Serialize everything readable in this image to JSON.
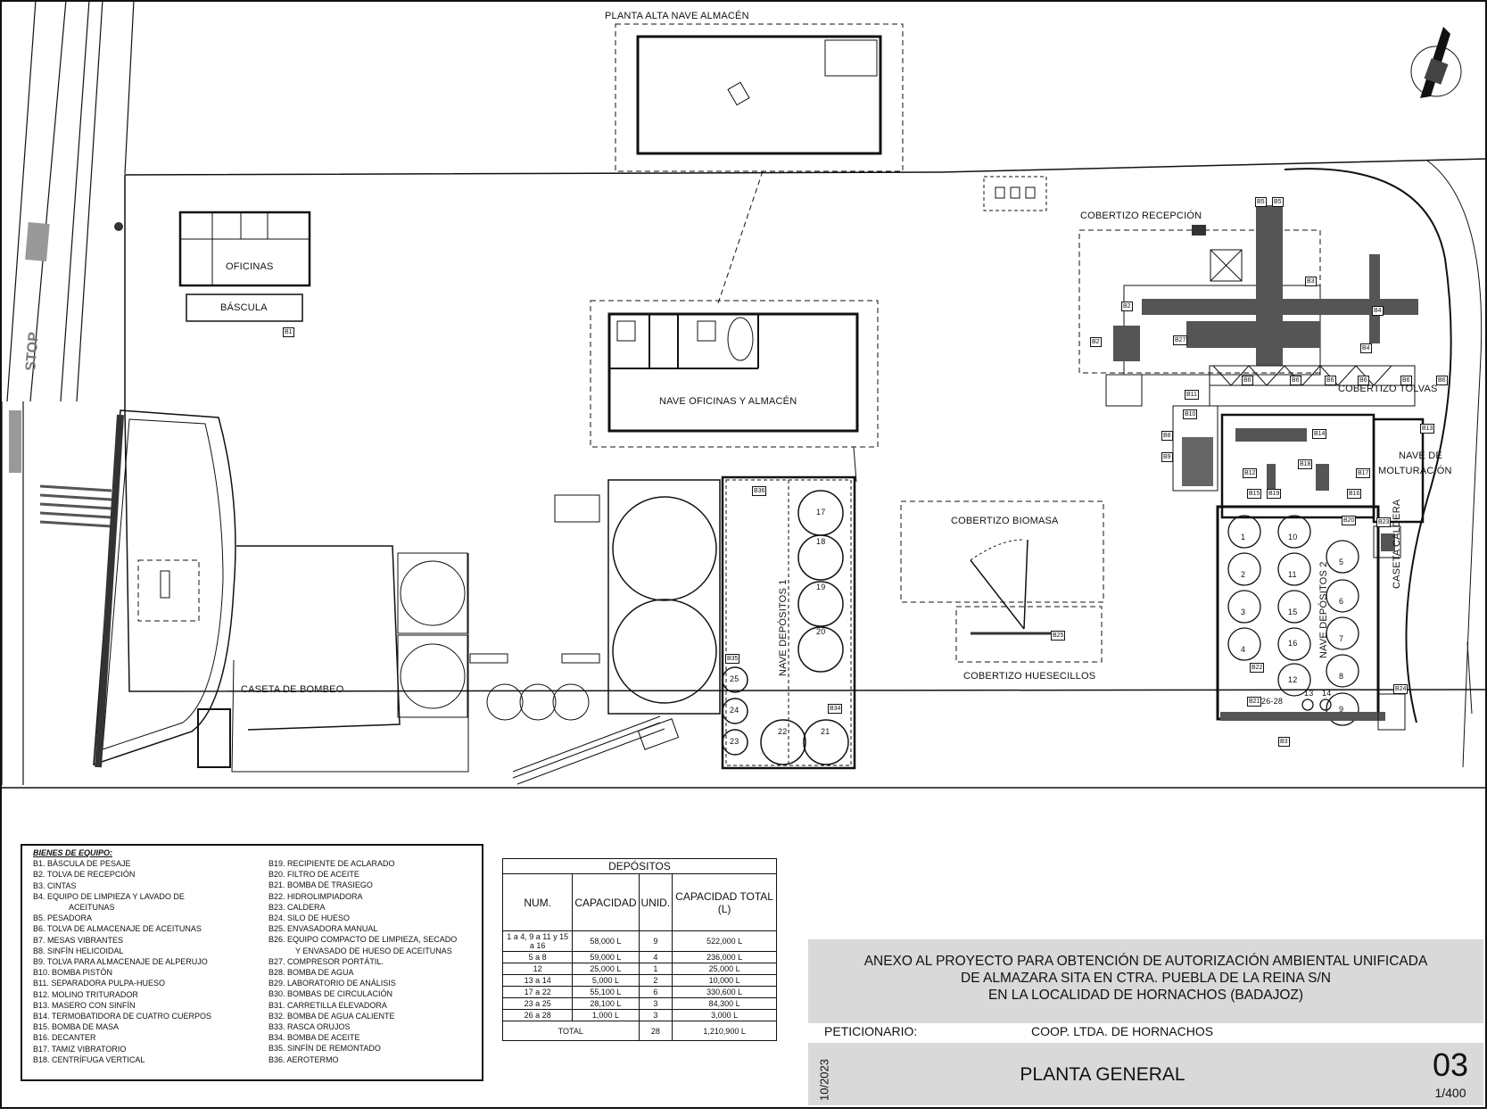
{
  "labels": {
    "planta_alta": "PLANTA ALTA NAVE ALMACÉN",
    "oficinas": "OFICINAS",
    "bascula": "BÁSCULA",
    "stop": "STOP",
    "nave_oficinas": "NAVE OFICINAS Y ALMACÉN",
    "cobertizo_recepcion": "COBERTIZO RECEPCIÓN",
    "cobertizo_tolvas": "COBERTIZO TOLVAS",
    "nave_molturacion_1": "NAVE DE",
    "nave_molturacion_2": "MOLTURACIÓN",
    "caseta_caldera": "CASETA CALDERA",
    "cobertizo_biomasa": "COBERTIZO BIOMASA",
    "cobertizo_huesecillos": "COBERTIZO HUESECILLOS",
    "caseta_bombeo": "CASETA DE BOMBEO",
    "nave_depositos_1": "NAVE DEPÓSITOS 1",
    "nave_depositos_2": "NAVE DEPÓSITOS 2"
  },
  "equipment_tags": [
    "B1",
    "B2",
    "B2",
    "B3",
    "B3",
    "B4",
    "B4",
    "B5",
    "B5",
    "B6",
    "B6",
    "B6",
    "B6",
    "B6",
    "B6",
    "B8",
    "B9",
    "B10",
    "B11",
    "B12",
    "B13",
    "B14",
    "B15",
    "B16",
    "B17",
    "B18",
    "B19",
    "B20",
    "B21",
    "B22",
    "B23",
    "B24",
    "B25",
    "B27",
    "B34",
    "B35",
    "B36"
  ],
  "tanks_nave1": [
    "17",
    "18",
    "19",
    "20",
    "21",
    "22",
    "23",
    "24",
    "25"
  ],
  "tanks_nave2": [
    "1",
    "2",
    "3",
    "4",
    "5",
    "6",
    "7",
    "8",
    "9",
    "10",
    "11",
    "12",
    "13",
    "14",
    "15",
    "16",
    "26-28"
  ],
  "legend": {
    "title": "BIENES DE EQUIPO:",
    "col1": [
      "B1. BÁSCULA DE PESAJE",
      "B2. TOLVA DE RECEPCIÓN",
      "B3. CINTAS",
      "B4. EQUIPO DE LIMPIEZA Y LAVADO DE",
      "        ACEITUNAS",
      "B5. PESADORA",
      "B6. TOLVA DE ALMACENAJE DE ACEITUNAS",
      "B7. MESAS VIBRANTES",
      "B8. SINFÍN HELICOIDAL",
      "B9. TOLVA PARA ALMACENAJE DE ALPERUJO",
      "B10. BOMBA PISTÓN",
      "B11. SEPARADORA PULPA-HUESO",
      "B12. MOLINO TRITURADOR",
      "B13. MASERO CON SINFÍN",
      "B14. TERMOBATIDORA DE CUATRO CUERPOS",
      "B15. BOMBA DE MASA",
      "B16. DECANTER",
      "B17. TAMIZ VIBRATORIO",
      "B18. CENTRÍFUGA VERTICAL"
    ],
    "col2": [
      "B19. RECIPIENTE DE ACLARADO",
      "B20. FILTRO DE ACEITE",
      "B21. BOMBA DE TRASIEGO",
      "B22. HIDROLIMPIADORA",
      "B23. CALDERA",
      "B24. SILO DE HUESO",
      "B25. ENVASADORA MANUAL",
      "B26. EQUIPO COMPACTO DE LIMPIEZA, SECADO",
      "        Y ENVASADO DE HUESO DE ACEITUNAS",
      "B27. COMPRESOR PORTÁTIL.",
      "B28. BOMBA DE AGUA",
      "B29. LABORATORIO DE ANÁLISIS",
      "B30. BOMBAS DE CIRCULACIÓN",
      "B31. CARRETILLA ELEVADORA",
      "B32. BOMBA DE AGUA CALIENTE",
      "B33. RASCA ORUJOS",
      "B34. BOMBA DE ACEITE",
      "B35. SINFÍN DE REMONTADO",
      "B36. AEROTERMO"
    ]
  },
  "depositos": {
    "title": "DEPÓSITOS",
    "headers": [
      "NUM.",
      "CAPACIDAD",
      "UNID.",
      "CAPACIDAD TOTAL (L)"
    ],
    "rows": [
      [
        "1 a 4, 9 a 11 y 15 a 16",
        "58,000 L",
        "9",
        "522,000 L"
      ],
      [
        "5 a 8",
        "59,000 L",
        "4",
        "236,000 L"
      ],
      [
        "12",
        "25,000 L",
        "1",
        "25,000 L"
      ],
      [
        "13 a 14",
        "5,000 L",
        "2",
        "10,000 L"
      ],
      [
        "17 a 22",
        "55,100 L",
        "6",
        "330,600 L"
      ],
      [
        "23 a 25",
        "28,100 L",
        "3",
        "84,300 L"
      ],
      [
        "26 a 28",
        "1,000 L",
        "3",
        "3,000 L"
      ]
    ],
    "total_label": "TOTAL",
    "total_units": "28",
    "total_capacity": "1,210,900 L"
  },
  "title_block": {
    "line1": "ANEXO AL PROYECTO PARA OBTENCIÓN DE AUTORIZACIÓN AMBIENTAL UNIFICADA",
    "line2": "DE ALMAZARA SITA EN CTRA. PUEBLA DE LA REINA S/N",
    "line3": "EN LA LOCALIDAD DE HORNACHOS (BADAJOZ)",
    "peticionario_label": "PETICIONARIO:",
    "peticionario": "COOP. LTDA. DE HORNACHOS",
    "date": "10/2023",
    "drawing_title": "PLANTA GENERAL",
    "sheet_number": "03",
    "scale": "1/400"
  }
}
